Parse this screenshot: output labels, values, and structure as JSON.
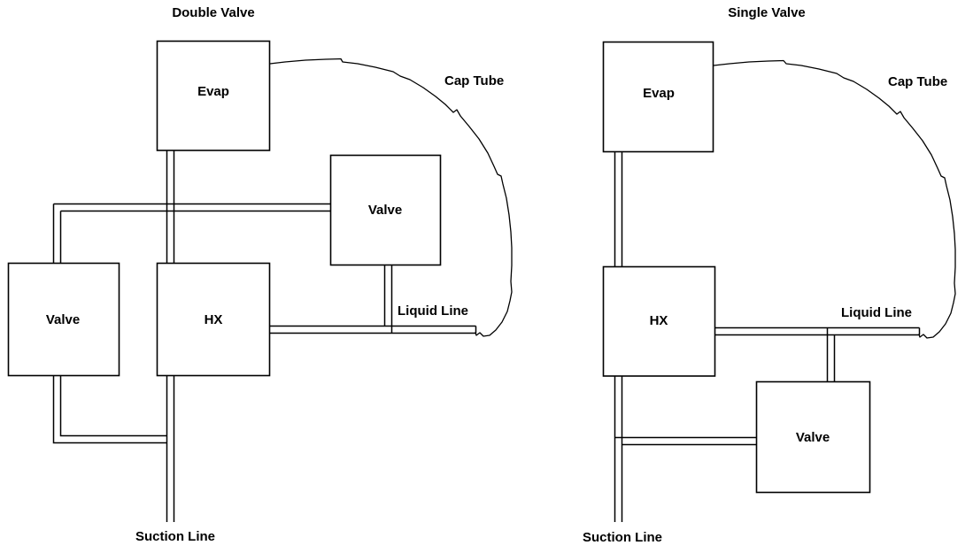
{
  "diagram": {
    "type": "refrigeration-schematic",
    "background_color": "#ffffff",
    "line_color": "#000000",
    "text_color": "#000000"
  },
  "panels": [
    {
      "id": "double-valve",
      "title": "Double Valve",
      "boxes": [
        {
          "id": "evap",
          "label": "Evap"
        },
        {
          "id": "valve-upper",
          "label": "Valve"
        },
        {
          "id": "valve-left",
          "label": "Valve"
        },
        {
          "id": "hx",
          "label": "HX"
        }
      ],
      "pipe_labels": [
        {
          "id": "cap-tube",
          "label": "Cap Tube"
        },
        {
          "id": "liquid-line",
          "label": "Liquid Line"
        },
        {
          "id": "suction-line",
          "label": "Suction Line"
        }
      ]
    },
    {
      "id": "single-valve",
      "title": "Single Valve",
      "boxes": [
        {
          "id": "evap",
          "label": "Evap"
        },
        {
          "id": "hx",
          "label": "HX"
        },
        {
          "id": "valve",
          "label": "Valve"
        }
      ],
      "pipe_labels": [
        {
          "id": "cap-tube",
          "label": "Cap Tube"
        },
        {
          "id": "liquid-line",
          "label": "Liquid Line"
        },
        {
          "id": "suction-line",
          "label": "Suction Line"
        }
      ]
    }
  ]
}
